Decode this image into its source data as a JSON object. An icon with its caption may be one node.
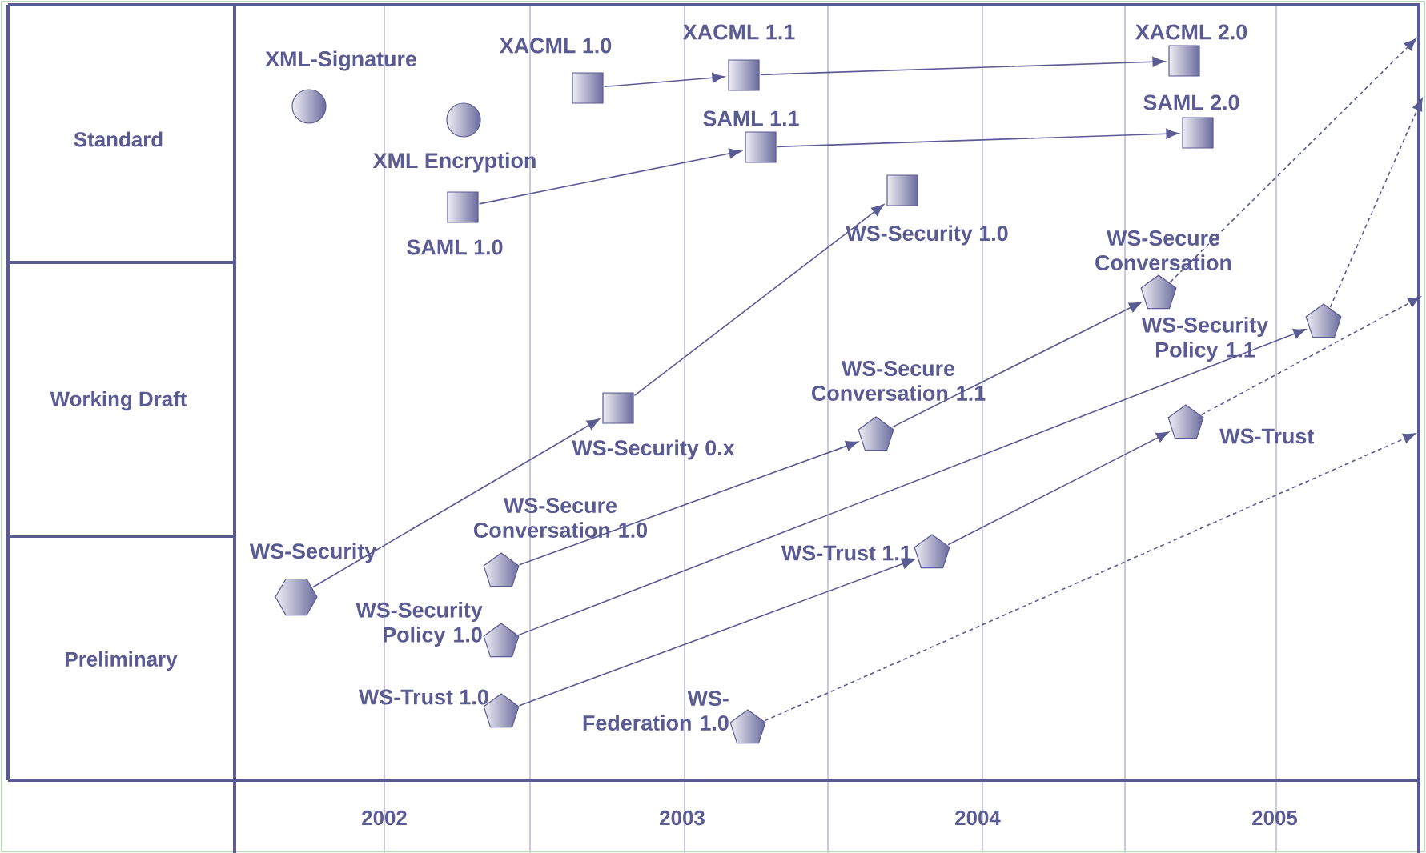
{
  "diagram": {
    "nodes": [
      {
        "text": [
          "XML-Signature"
        ]
      },
      {
        "text": [
          "XML Encryption"
        ]
      },
      {
        "text": [
          "XACML 1.0"
        ]
      },
      {
        "text": [
          "XACML 1.1"
        ]
      },
      {
        "text": [
          "XACML 2.0"
        ]
      },
      {
        "text": [
          "SAML 1.0"
        ]
      },
      {
        "text": [
          "SAML 1.1"
        ]
      },
      {
        "text": [
          "SAML 2.0"
        ]
      },
      {
        "text": [
          "WS-Security 1.0"
        ]
      },
      {
        "text": [
          "WS-Security 0.x"
        ]
      },
      {
        "text": [
          "WS-Security"
        ]
      },
      {
        "text": [
          "WS-Secure Conversation 1.0"
        ]
      },
      {
        "text": [
          "WS-Security Policy 1.0"
        ]
      },
      {
        "text": [
          "WS-Trust 1.0"
        ]
      },
      {
        "text": [
          "WS-Federation 1.0"
        ]
      },
      {
        "text": [
          "WS-Secure Conversation 1.1"
        ]
      },
      {
        "text": [
          "WS-Trust 1.1"
        ]
      },
      {
        "text": [
          "WS-Secure Conversation"
        ]
      },
      {
        "text": [
          "WS-Security Policy 1.1"
        ]
      },
      {
        "text": [
          "WS-Trust"
        ]
      }
    ],
    "edges": [
      {
        "from": 2,
        "to": 3,
        "arrow": "to"
      },
      {
        "from": 3,
        "to": 4,
        "arrow": "to"
      },
      {
        "from": 5,
        "to": 6,
        "arrow": "to"
      },
      {
        "from": 6,
        "to": 7,
        "arrow": "to"
      },
      {
        "from": 10,
        "to": 9,
        "arrow": "to"
      },
      {
        "from": 9,
        "to": 8,
        "arrow": "to"
      },
      {
        "from": 11,
        "to": 15,
        "arrow": "to"
      },
      {
        "from": 15,
        "to": 17,
        "arrow": "to"
      },
      {
        "from": 12,
        "to": 18,
        "arrow": "to"
      },
      {
        "from": 13,
        "to": 16,
        "arrow": "to"
      },
      {
        "from": 16,
        "to": 19,
        "arrow": "to"
      },
      {
        "from": 17,
        "to": null,
        "arrow": "to",
        "style": "dashed"
      },
      {
        "from": 18,
        "to": null,
        "arrow": "to",
        "style": "dashed"
      },
      {
        "from": 19,
        "to": null,
        "arrow": "to",
        "style": "dashed"
      },
      {
        "from": 14,
        "to": null,
        "arrow": "to",
        "style": "dashed"
      }
    ],
    "labels": [
      "Standard",
      "Working Draft",
      "Preliminary",
      "2002",
      "2003",
      "2004",
      "2005"
    ]
  }
}
